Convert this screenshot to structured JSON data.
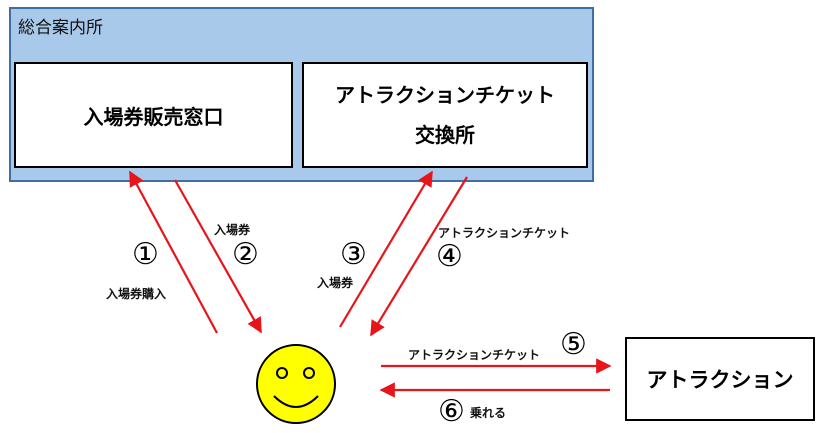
{
  "panel": {
    "title": "総合案内所"
  },
  "boxes": {
    "ticket_office": "入場券販売窓口",
    "exchange_line1": "アトラクションチケット",
    "exchange_line2": "交換所",
    "attraction": "アトラクション"
  },
  "steps": [
    {
      "num": "①",
      "label": "入場券購入"
    },
    {
      "num": "②",
      "label": "入場券"
    },
    {
      "num": "③",
      "label": "入場券"
    },
    {
      "num": "④",
      "label": "アトラクションチケット"
    },
    {
      "num": "⑤",
      "label": "アトラクションチケット"
    },
    {
      "num": "⑥",
      "label": "乗れる"
    }
  ],
  "colors": {
    "panel": "#a9c9ea",
    "arrow": "#e8141b",
    "face": "#ffff00"
  }
}
